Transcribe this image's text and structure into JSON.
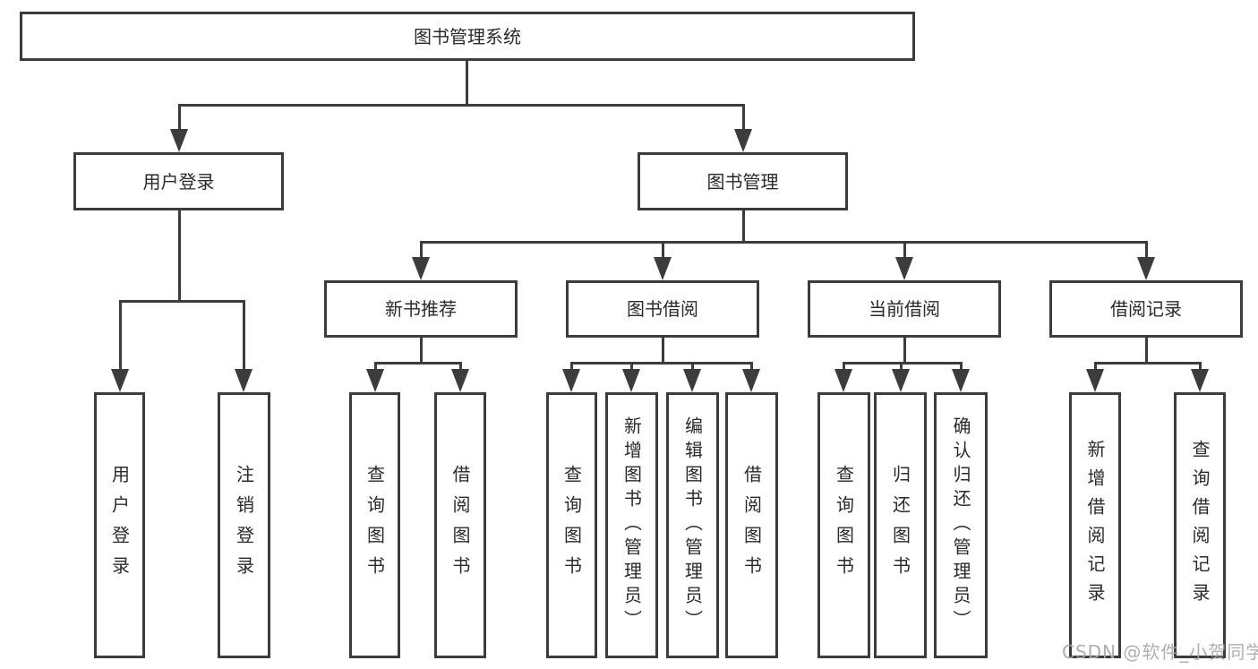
{
  "nodes": {
    "root": "图书管理系统",
    "level2": {
      "user_login": "用户登录",
      "book_mgmt": "图书管理"
    },
    "level3": {
      "new_books": "新书推荐",
      "book_borrow": "图书借阅",
      "current_borrow": "当前借阅",
      "borrow_records": "借阅记录"
    },
    "leaves": {
      "user_login_leaf": "用户登录",
      "logout": "注销登录",
      "nb_query": "查询图书",
      "nb_borrow": "借阅图书",
      "bb_query": "查询图书",
      "bb_add": "新增图书（管理员）",
      "bb_edit": "编辑图书（管理员）",
      "bb_borrow": "借阅图书",
      "cb_query": "查询图书",
      "cb_return": "归还图书",
      "cb_confirm": "确认归还（管理员）",
      "br_add": "新增借阅记录",
      "br_query": "查询借阅记录"
    }
  },
  "watermark": "CSDN @软件_小贺同学",
  "colors": {
    "line": "#3c3c3c",
    "text": "#2a2a2a",
    "box_fill": "#ffffff",
    "watermark": "#a8a8a8",
    "background": "#ffffff"
  }
}
